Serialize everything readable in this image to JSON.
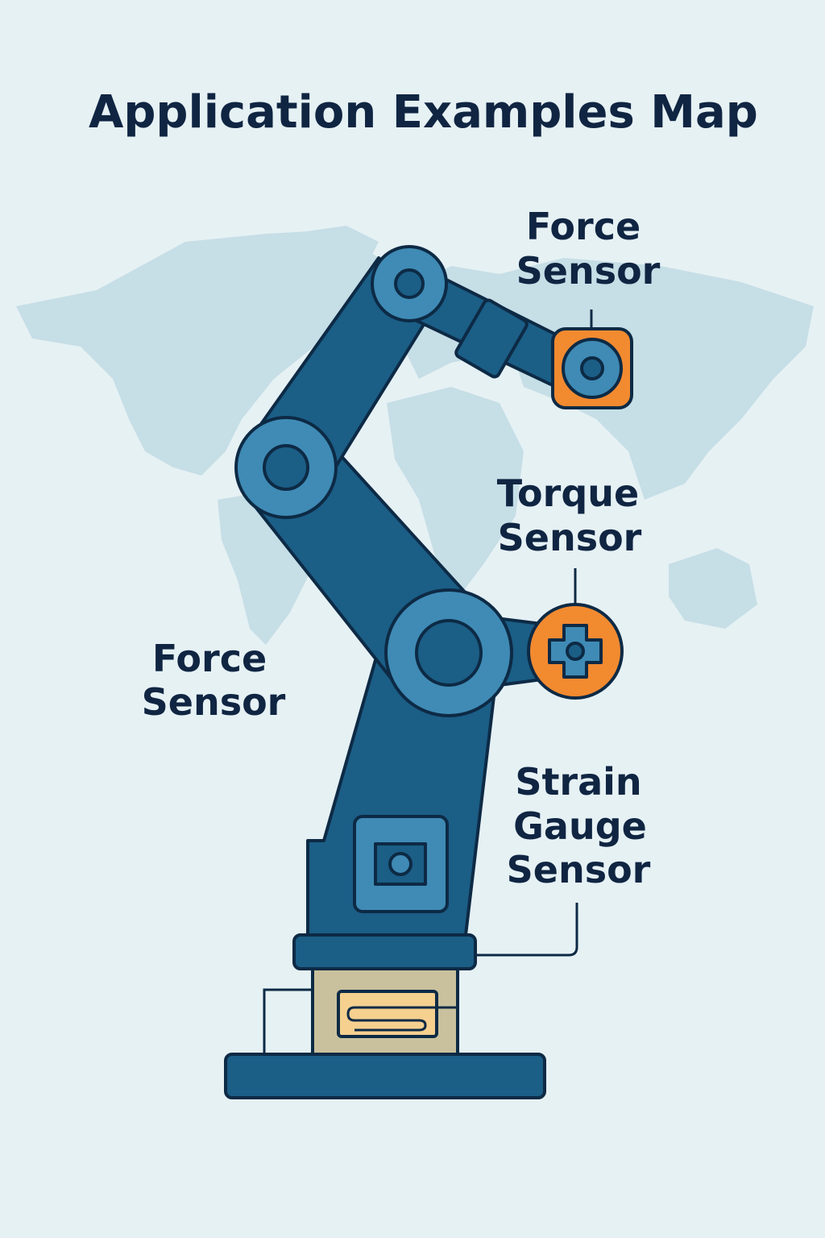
{
  "title": "Application Examples Map",
  "labels": {
    "force_sensor_top": [
      "Force",
      "Sensor"
    ],
    "torque_sensor": [
      "Torque",
      "Sensor"
    ],
    "force_sensor_left": [
      "Force",
      "Sensor"
    ],
    "strain_gauge_sensor": [
      "Strain",
      "Gauge",
      "Sensor"
    ]
  },
  "colors": {
    "background": "#e6f1f4",
    "map": "#c6dee6",
    "arm": "#1b5e86",
    "joint": "#3f8bb5",
    "outline": "#0d2a45",
    "sensor_accent": "#f28a30",
    "strain_block": "#c9c19d",
    "gauge": "#f5d08f"
  }
}
